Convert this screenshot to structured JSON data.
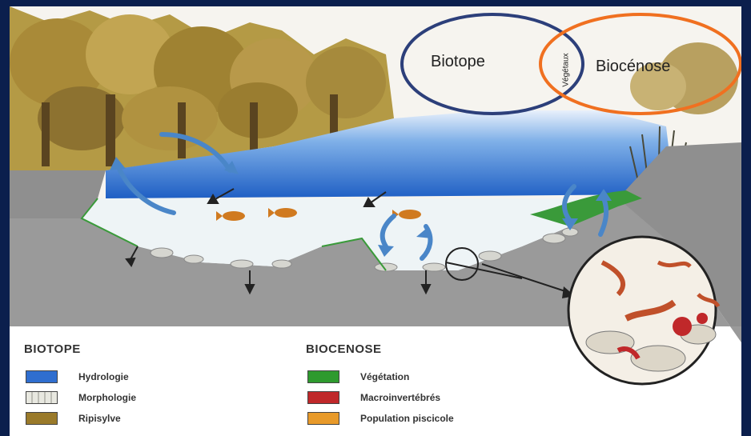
{
  "labels": {
    "biotope": "Biotope",
    "biocenose": "Biocénose",
    "vegetaux": "Végétaux"
  },
  "legend": {
    "biotope_title": "BIOTOPE",
    "biocenose_title": "BIOCENOSE",
    "biotope_items": [
      {
        "label": "Hydrologie",
        "color": "#2f6ecf"
      },
      {
        "label": "Morphologie",
        "color": "#e8e8e0"
      },
      {
        "label": "Ripisylve",
        "color": "#9a7a2a"
      }
    ],
    "biocenose_items": [
      {
        "label": "Végétation",
        "color": "#2e9a2e"
      },
      {
        "label": "Macroinvertébrés",
        "color": "#c0282a"
      },
      {
        "label": "Population piscicole",
        "color": "#e89a2a"
      }
    ]
  },
  "colors": {
    "frame": "#0b1f4d",
    "biotope_ellipse": "#2c3f7a",
    "biocenose_ellipse": "#f07020",
    "arrow": "#4a86c8"
  }
}
